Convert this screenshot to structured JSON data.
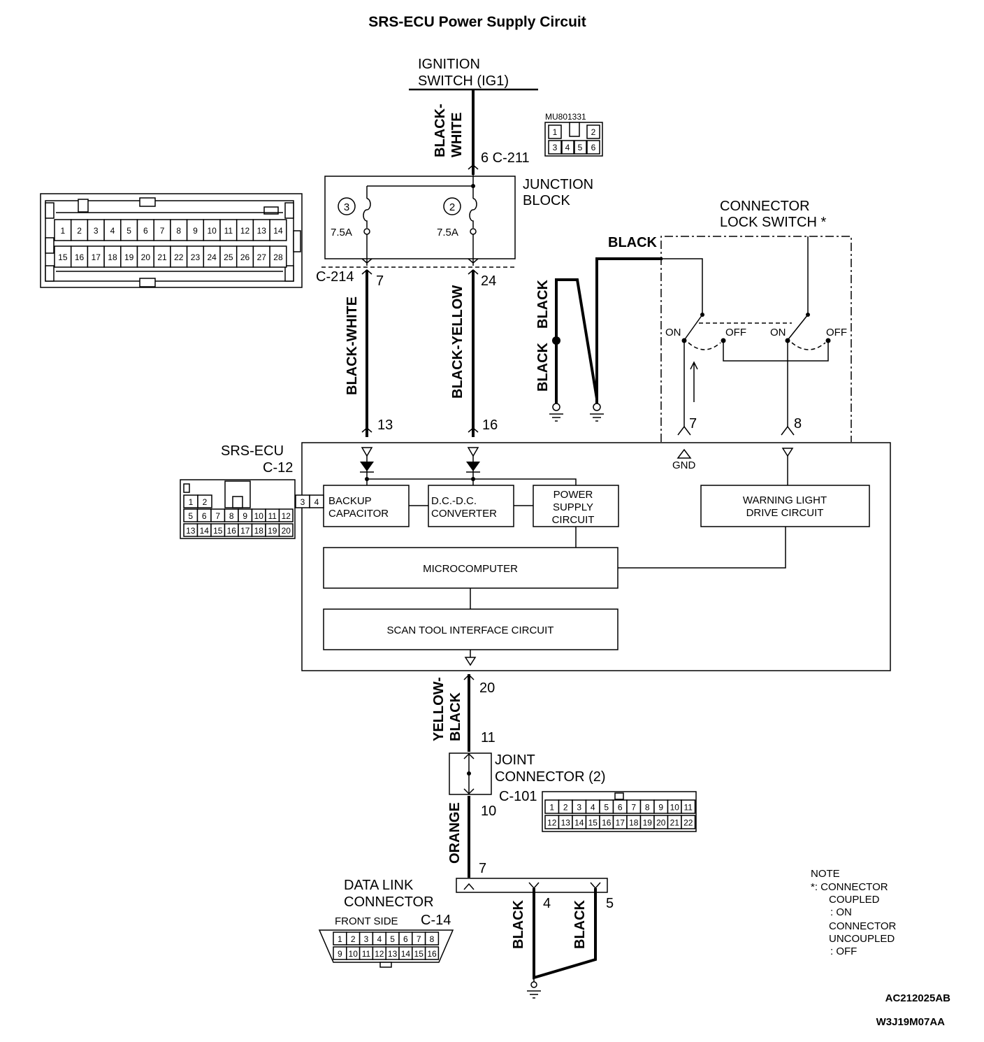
{
  "title": "SRS-ECU Power Supply Circuit",
  "ignition": {
    "line1": "IGNITION",
    "line2": "SWITCH (IG1)"
  },
  "wires": {
    "w1_line1": "BLACK-",
    "w1_line2": "WHITE",
    "black_white": "BLACK-WHITE",
    "black_yellow": "BLACK-YELLOW",
    "black_top": "BLACK",
    "black_v1": "BLACK",
    "black_v2": "BLACK",
    "yellow_black_1": "YELLOW-",
    "yellow_black_2": "BLACK",
    "orange": "ORANGE",
    "black_dlc1": "BLACK",
    "black_dlc2": "BLACK"
  },
  "connectors": {
    "c211": "6 C-211",
    "mu_part": "MU801331",
    "mu_pins": [
      "1",
      "2",
      "3",
      "4",
      "5",
      "6"
    ],
    "c214": "C-214",
    "c214_pin7": "7",
    "c214_pin24": "24",
    "ecu_pin13": "13",
    "ecu_pin16": "16",
    "lock_pin7": "7",
    "lock_pin8": "8",
    "ecu_pin20": "20",
    "joint_pin11": "11",
    "joint_pin10": "10",
    "c101": "C-101",
    "dlc_pin7": "7",
    "dlc_pin4": "4",
    "dlc_pin5": "5",
    "c14": "C-14",
    "front_side": "FRONT SIDE",
    "c12": "C-12",
    "c214_pins_row1": [
      "1",
      "2",
      "3",
      "4",
      "5",
      "6",
      "7",
      "8",
      "9",
      "10",
      "11",
      "12",
      "13",
      "14"
    ],
    "c214_pins_row2": [
      "15",
      "16",
      "17",
      "18",
      "19",
      "20",
      "21",
      "22",
      "23",
      "24",
      "25",
      "26",
      "27",
      "28"
    ],
    "c12_row1": [
      "1",
      "2",
      "",
      "",
      "",
      "",
      "",
      "",
      "3",
      "4"
    ],
    "c12_row2": [
      "5",
      "6",
      "7",
      "8",
      "9",
      "10",
      "11",
      "12"
    ],
    "c12_row3": [
      "13",
      "14",
      "15",
      "16",
      "17",
      "18",
      "19",
      "20"
    ],
    "c101_row1": [
      "1",
      "2",
      "3",
      "4",
      "5",
      "6",
      "7",
      "8",
      "9",
      "10",
      "11"
    ],
    "c101_row2": [
      "12",
      "13",
      "14",
      "15",
      "16",
      "17",
      "18",
      "19",
      "20",
      "21",
      "22"
    ],
    "c14_row1": [
      "1",
      "2",
      "3",
      "4",
      "5",
      "6",
      "7",
      "8"
    ],
    "c14_row2": [
      "9",
      "10",
      "11",
      "12",
      "13",
      "14",
      "15",
      "16"
    ]
  },
  "junction_block": {
    "line1": "JUNCTION",
    "line2": "BLOCK",
    "fuse3_num": "3",
    "fuse2_num": "2",
    "fuse3_rating": "7.5A",
    "fuse2_rating": "7.5A"
  },
  "lock_switch": {
    "line1": "CONNECTOR",
    "line2": "LOCK SWITCH *",
    "on1": "ON",
    "off1": "OFF",
    "on2": "ON",
    "off2": "OFF"
  },
  "ecu": {
    "name": "SRS-ECU",
    "gnd": "GND",
    "backup_1": "BACKUP",
    "backup_2": "CAPACITOR",
    "dcdc_1": "D.C.-D.C.",
    "dcdc_2": "CONVERTER",
    "psu_1": "POWER",
    "psu_2": "SUPPLY",
    "psu_3": "CIRCUIT",
    "warn_1": "WARNING LIGHT",
    "warn_2": "DRIVE CIRCUIT",
    "micro": "MICROCOMPUTER",
    "scan": "SCAN TOOL INTERFACE CIRCUIT"
  },
  "joint": {
    "line1": "JOINT",
    "line2": "CONNECTOR (2)"
  },
  "dlc": {
    "line1": "DATA LINK",
    "line2": "CONNECTOR"
  },
  "note": {
    "title": "NOTE",
    "l1": "*: CONNECTOR",
    "l2": "COUPLED",
    "l3": ": ON",
    "l4": "CONNECTOR",
    "l5": "UNCOUPLED",
    "l6": ": OFF"
  },
  "codes": {
    "c1": "AC212025AB",
    "c2": "W3J19M07AA"
  }
}
